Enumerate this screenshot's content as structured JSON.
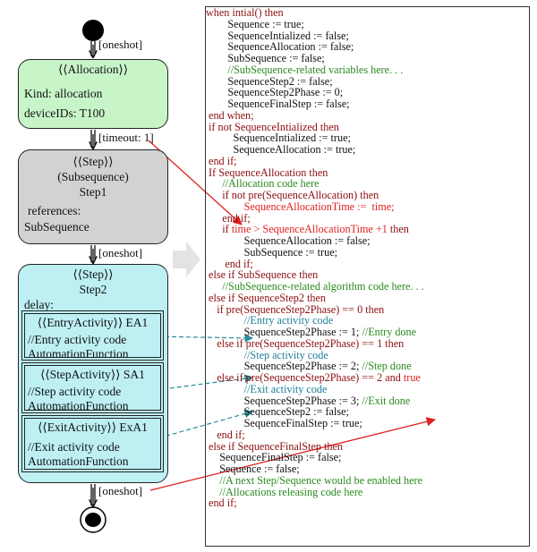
{
  "diagram": {
    "transitions": {
      "initial": "[oneshot]",
      "timeout": "[timeout: 1]",
      "to_step2": "[oneshot]",
      "final": "[oneshot]"
    },
    "allocation": {
      "title": "⟨⟨Allocation⟩⟩",
      "kind": "Kind: allocation",
      "device": "deviceIDs: T100",
      "color": "#c8f5c8"
    },
    "subsequence": {
      "stereotype": "⟨⟨Step⟩⟩",
      "kind": "(Subsequence)",
      "name": "Step1",
      "references": "references:",
      "ref_value": "SubSequence",
      "color": "#d2d2d2"
    },
    "step2": {
      "stereotype": "⟨⟨Step⟩⟩",
      "name": "Step2",
      "delay": "delay:",
      "color": "#bdeff3",
      "entry": {
        "title": "⟨⟨EntryActivity⟩⟩ EA1",
        "line1": "//Entry activity code",
        "line2": "AutomationFunction"
      },
      "step": {
        "title": "⟨⟨StepActivity⟩⟩ SA1",
        "line1": "//Step activity code",
        "line2": "AutomationFunction"
      },
      "exit": {
        "title": "⟨⟨ExitActivity⟩⟩ ExA1",
        "line1": "//Exit activity code",
        "line2": "AutomationFunction"
      }
    }
  },
  "code": {
    "lines": [
      {
        "indent": "",
        "parts": [
          {
            "t": "when intial() then",
            "c": "kw"
          }
        ]
      },
      {
        "indent": "        ",
        "parts": [
          {
            "t": "Sequence := true;",
            "c": ""
          }
        ]
      },
      {
        "indent": "        ",
        "parts": [
          {
            "t": "SequenceIntialized := false;",
            "c": ""
          }
        ]
      },
      {
        "indent": "        ",
        "parts": [
          {
            "t": "SequenceAllocation := false;",
            "c": ""
          }
        ]
      },
      {
        "indent": "        ",
        "parts": [
          {
            "t": "SubSequence := false;",
            "c": ""
          }
        ]
      },
      {
        "indent": "        ",
        "parts": [
          {
            "t": "//SubSequence-related variables here. . .",
            "c": "cm"
          }
        ]
      },
      {
        "indent": "        ",
        "parts": [
          {
            "t": "SequenceStep2 := false;",
            "c": ""
          }
        ]
      },
      {
        "indent": "        ",
        "parts": [
          {
            "t": "SequenceStep2Phase := 0;",
            "c": ""
          }
        ]
      },
      {
        "indent": "        ",
        "parts": [
          {
            "t": "SequenceFinalStep := false;",
            "c": ""
          }
        ]
      },
      {
        "indent": " ",
        "parts": [
          {
            "t": "end when;",
            "c": "kw"
          }
        ]
      },
      {
        "indent": " ",
        "parts": [
          {
            "t": "if not SequenceIntialized then",
            "c": "kw"
          }
        ]
      },
      {
        "indent": "          ",
        "parts": [
          {
            "t": "SequenceIntialized := true;",
            "c": ""
          }
        ]
      },
      {
        "indent": "          ",
        "parts": [
          {
            "t": "SequenceAllocation := true;",
            "c": ""
          }
        ]
      },
      {
        "indent": " ",
        "parts": [
          {
            "t": "end if;",
            "c": "kw"
          }
        ]
      },
      {
        "indent": " ",
        "parts": [
          {
            "t": "If SequenceAllocation then",
            "c": "kw"
          }
        ]
      },
      {
        "indent": "      ",
        "parts": [
          {
            "t": "//Allocation code here",
            "c": "cm"
          }
        ]
      },
      {
        "indent": "      ",
        "parts": [
          {
            "t": "if not pre(SequenceAllocation) then",
            "c": "kw"
          }
        ]
      },
      {
        "indent": "              ",
        "parts": [
          {
            "t": "SequenceAllocationTime :=  time;",
            "c": "rd"
          }
        ]
      },
      {
        "indent": "      ",
        "parts": [
          {
            "t": "end if;",
            "c": "kw"
          }
        ]
      },
      {
        "indent": "      ",
        "parts": [
          {
            "t": "if ",
            "c": "kw"
          },
          {
            "t": "time > SequenceAllocationTime +1",
            "c": "rd"
          },
          {
            "t": " then",
            "c": "kw"
          }
        ]
      },
      {
        "indent": "              ",
        "parts": [
          {
            "t": "SequenceAllocation := false;",
            "c": ""
          }
        ]
      },
      {
        "indent": "              ",
        "parts": [
          {
            "t": "SubSequence := true;",
            "c": ""
          }
        ]
      },
      {
        "indent": "       ",
        "parts": [
          {
            "t": "end if;",
            "c": "kw"
          }
        ]
      },
      {
        "indent": " ",
        "parts": [
          {
            "t": "else if SubSequence then",
            "c": "kw"
          }
        ]
      },
      {
        "indent": "      ",
        "parts": [
          {
            "t": "//SubSequence-related algorithm code here. . .",
            "c": "cm"
          }
        ]
      },
      {
        "indent": " ",
        "parts": [
          {
            "t": "else if SequenceStep2 then",
            "c": "kw"
          }
        ]
      },
      {
        "indent": "    ",
        "parts": [
          {
            "t": "if pre(SequenceStep2Phase) == 0 then",
            "c": "kw"
          }
        ]
      },
      {
        "indent": "              ",
        "parts": [
          {
            "t": "//Entry activity code",
            "c": "tl"
          }
        ]
      },
      {
        "indent": "              ",
        "parts": [
          {
            "t": "SequenceStep2Phase := 1; ",
            "c": ""
          },
          {
            "t": "//Entry done",
            "c": "cm"
          }
        ]
      },
      {
        "indent": "    ",
        "parts": [
          {
            "t": "else if pre(SequenceStep2Phase) == 1 then",
            "c": "kw"
          }
        ]
      },
      {
        "indent": "              ",
        "parts": [
          {
            "t": "//Step activity code",
            "c": "tl"
          }
        ]
      },
      {
        "indent": "              ",
        "parts": [
          {
            "t": "SequenceStep2Phase := 2; ",
            "c": ""
          },
          {
            "t": "//Step done",
            "c": "cm"
          }
        ]
      },
      {
        "indent": "    ",
        "parts": [
          {
            "t": "else if pre(SequenceStep2Phase) == 2 and ",
            "c": "kw"
          },
          {
            "t": "true",
            "c": "rd"
          }
        ]
      },
      {
        "indent": "              ",
        "parts": [
          {
            "t": "//Exit activity code",
            "c": "tl"
          }
        ]
      },
      {
        "indent": "              ",
        "parts": [
          {
            "t": "SequenceStep2Phase := 3; ",
            "c": ""
          },
          {
            "t": "//Exit done",
            "c": "cm"
          }
        ]
      },
      {
        "indent": "              ",
        "parts": [
          {
            "t": "SequenceStep2 := false;",
            "c": ""
          }
        ]
      },
      {
        "indent": "              ",
        "parts": [
          {
            "t": "SequenceFinalStep := true;",
            "c": ""
          }
        ]
      },
      {
        "indent": "    ",
        "parts": [
          {
            "t": "end if;",
            "c": "kw"
          }
        ]
      },
      {
        "indent": " ",
        "parts": [
          {
            "t": "else if SequenceFinalStep then",
            "c": "kw"
          }
        ]
      },
      {
        "indent": "     ",
        "parts": [
          {
            "t": "SequenceFinalStep := false;",
            "c": ""
          }
        ]
      },
      {
        "indent": "     ",
        "parts": [
          {
            "t": "Sequence := false;",
            "c": ""
          }
        ]
      },
      {
        "indent": "     ",
        "parts": [
          {
            "t": "//A next Step/Sequence would be enabled here",
            "c": "cm"
          }
        ]
      },
      {
        "indent": "     ",
        "parts": [
          {
            "t": "//Allocations releasing code here",
            "c": "cm"
          }
        ]
      },
      {
        "indent": " ",
        "parts": [
          {
            "t": "end if;",
            "c": "kw"
          }
        ]
      }
    ]
  },
  "colors": {
    "keyword": "#8b0e0e",
    "comment": "#2a8a1e",
    "activity_comment": "#1f7f9a",
    "highlight": "#e02020",
    "teal_arrow": "#2a8c98",
    "red_arrow": "#e02020"
  }
}
